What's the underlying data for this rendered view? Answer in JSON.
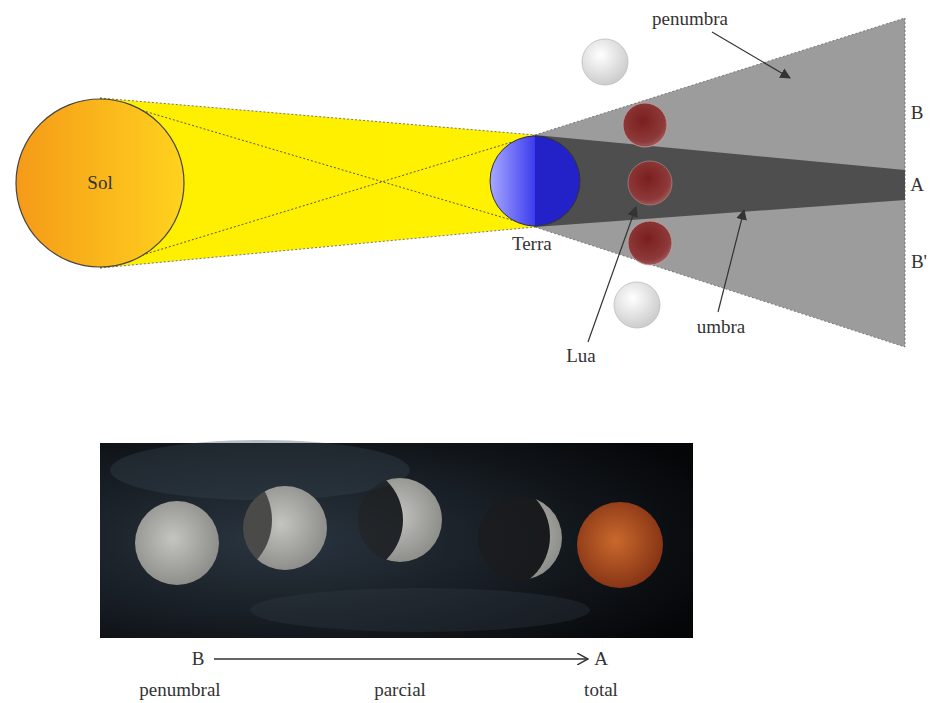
{
  "diagram": {
    "nodes": [
      {
        "text": [
          "Sol"
        ]
      },
      {
        "text": [
          "Terra"
        ]
      }
    ],
    "labels": [
      "penumbra",
      "B",
      "A",
      "B'",
      "Lua",
      "umbra",
      "B",
      "A",
      "penumbral",
      "parcial",
      "total"
    ]
  }
}
